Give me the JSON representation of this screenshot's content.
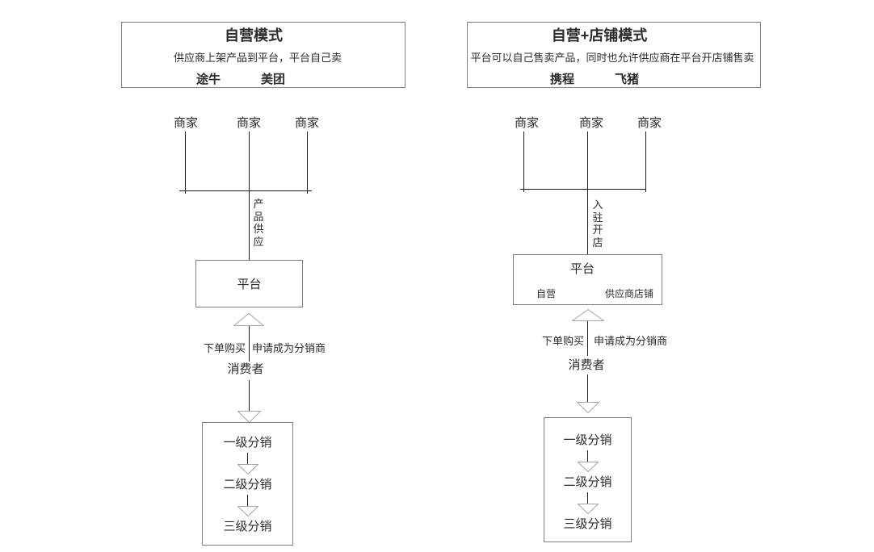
{
  "colors": {
    "line": "#1a1a1a",
    "box_border": "#808080",
    "arrow_stroke": "#a6a6a6",
    "text": "#2b2b2b"
  },
  "diagrams": [
    {
      "title": "自营模式",
      "subtitle": "供应商上架产品到平台，平台自己卖",
      "brands": [
        "途牛",
        "美团"
      ],
      "merchants": [
        "商家",
        "商家",
        "商家"
      ],
      "channel_label": "产品供应",
      "platform_label": "平台",
      "order_label": "下单购买",
      "apply_label": "申请成为分销商",
      "consumer_label": "消费者",
      "levels": [
        "一级分销",
        "二级分销",
        "三级分销"
      ]
    },
    {
      "title": "自营+店铺模式",
      "subtitle": "平台可以自己售卖产品，同时也允许供应商在平台开店铺售卖",
      "brands": [
        "携程",
        "飞猪"
      ],
      "merchants": [
        "商家",
        "商家",
        "商家"
      ],
      "channel_label": "入驻开店",
      "platform_label": "平台",
      "platform_sub_labels": [
        "自营",
        "供应商店铺"
      ],
      "order_label": "下单购买",
      "apply_label": "申请成为分销商",
      "consumer_label": "消费者",
      "levels": [
        "一级分销",
        "二级分销",
        "三级分销"
      ]
    }
  ]
}
